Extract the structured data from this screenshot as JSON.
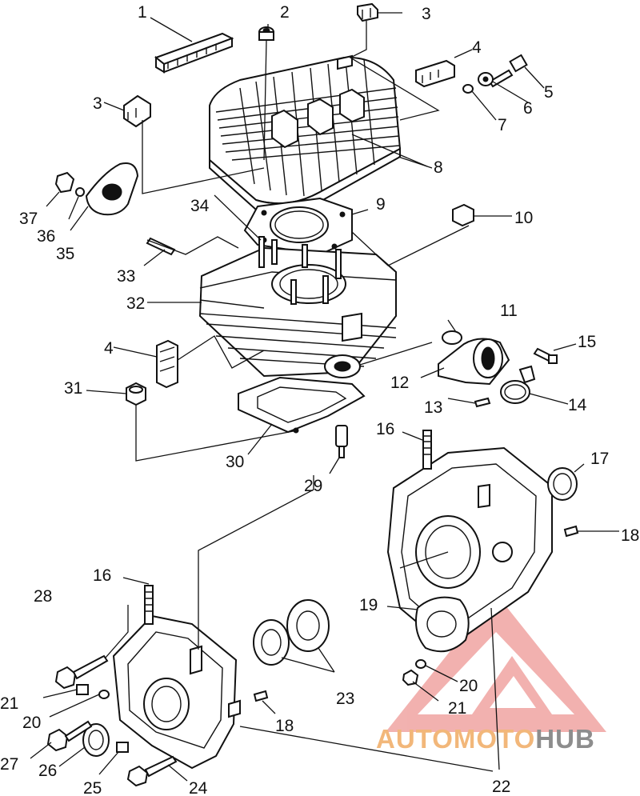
{
  "callouts": [
    {
      "label": "1"
    },
    {
      "label": "2"
    },
    {
      "label": "3"
    },
    {
      "label": "3"
    },
    {
      "label": "4"
    },
    {
      "label": "4"
    },
    {
      "label": "5"
    },
    {
      "label": "6"
    },
    {
      "label": "7"
    },
    {
      "label": "8"
    },
    {
      "label": "9"
    },
    {
      "label": "10"
    },
    {
      "label": "11"
    },
    {
      "label": "12"
    },
    {
      "label": "13"
    },
    {
      "label": "14"
    },
    {
      "label": "15"
    },
    {
      "label": "16"
    },
    {
      "label": "16"
    },
    {
      "label": "17"
    },
    {
      "label": "18"
    },
    {
      "label": "18"
    },
    {
      "label": "19"
    },
    {
      "label": "20"
    },
    {
      "label": "20"
    },
    {
      "label": "21"
    },
    {
      "label": "21"
    },
    {
      "label": "22"
    },
    {
      "label": "23"
    },
    {
      "label": "24"
    },
    {
      "label": "25"
    },
    {
      "label": "26"
    },
    {
      "label": "27"
    },
    {
      "label": "28"
    },
    {
      "label": "29"
    },
    {
      "label": "30"
    },
    {
      "label": "31"
    },
    {
      "label": "32"
    },
    {
      "label": "33"
    },
    {
      "label": "34"
    },
    {
      "label": "35"
    },
    {
      "label": "36"
    },
    {
      "label": "37"
    }
  ],
  "watermark": {
    "part_a": "AUTOMOTO",
    "part_b": "HUB",
    "accent_color": "#e8736f"
  }
}
